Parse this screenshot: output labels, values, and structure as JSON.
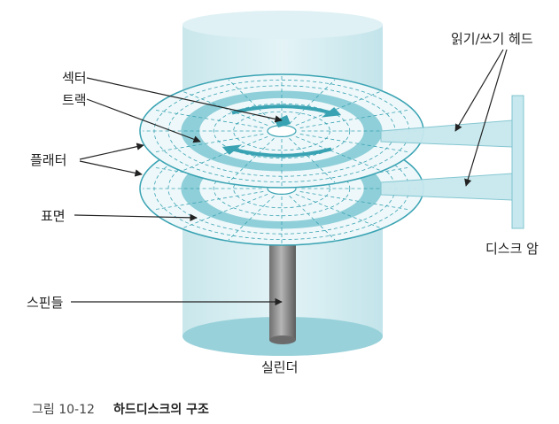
{
  "labels": {
    "sector": "섹터",
    "track": "트랙",
    "platter": "플래터",
    "surface": "표면",
    "spindle": "스핀들",
    "cylinder": "실린더",
    "rw_head": "읽기/쓰기 헤드",
    "disk_arm": "디스크 암"
  },
  "caption": {
    "number": "그림 10-12",
    "title": "하드디스크의 구조"
  },
  "colors": {
    "cylinder_fill": "#d4ecf0",
    "cylinder_base": "#98d1da",
    "platter_fill": "#eef8fa",
    "platter_edge": "#3aa3b3",
    "track_band": "#8fcfd9",
    "spindle": "#8a8a8a",
    "arm": "#c7e8ee",
    "leader": "#222222"
  }
}
